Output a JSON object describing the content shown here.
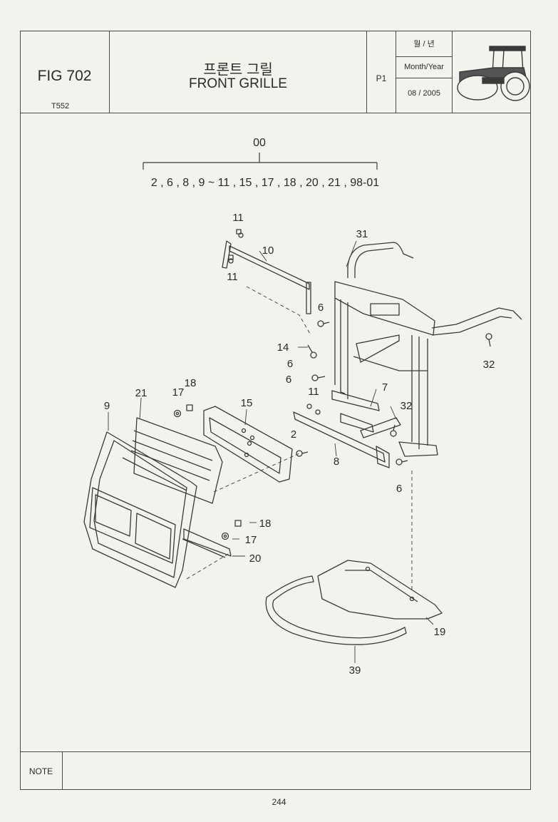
{
  "header": {
    "fig_label": "FIG 702",
    "model": "T552",
    "title_korean": "프론트 그릴",
    "title_english": "FRONT GRILLE",
    "page_code": "P1",
    "date_label_korean": "월 / 년",
    "date_label_english": "Month/Year",
    "date_value": "08 / 2005",
    "tractor_image": "tractor-icon"
  },
  "diagram": {
    "assembly_number": "00",
    "assembly_includes": "2 , 6 , 8 , 9 ~ 11 , 15 , 17 , 18 , 20 , 21 , 98-01",
    "callouts": {
      "c11a": "11",
      "c10": "10",
      "c11b": "11",
      "c31": "31",
      "c6a": "6",
      "c14": "14",
      "c6b": "6",
      "c6c": "6",
      "c32a": "32",
      "c11c": "11",
      "c7": "7",
      "c32b": "32",
      "c21": "21",
      "c17a": "17",
      "c18a": "18",
      "c9": "9",
      "c15": "15",
      "c2": "2",
      "c8": "8",
      "c6d": "6",
      "c18b": "18",
      "c17b": "17",
      "c20": "20",
      "c19": "19",
      "c39": "39"
    }
  },
  "footer": {
    "note_label": "NOTE",
    "note_text": "",
    "page_number": "244"
  }
}
